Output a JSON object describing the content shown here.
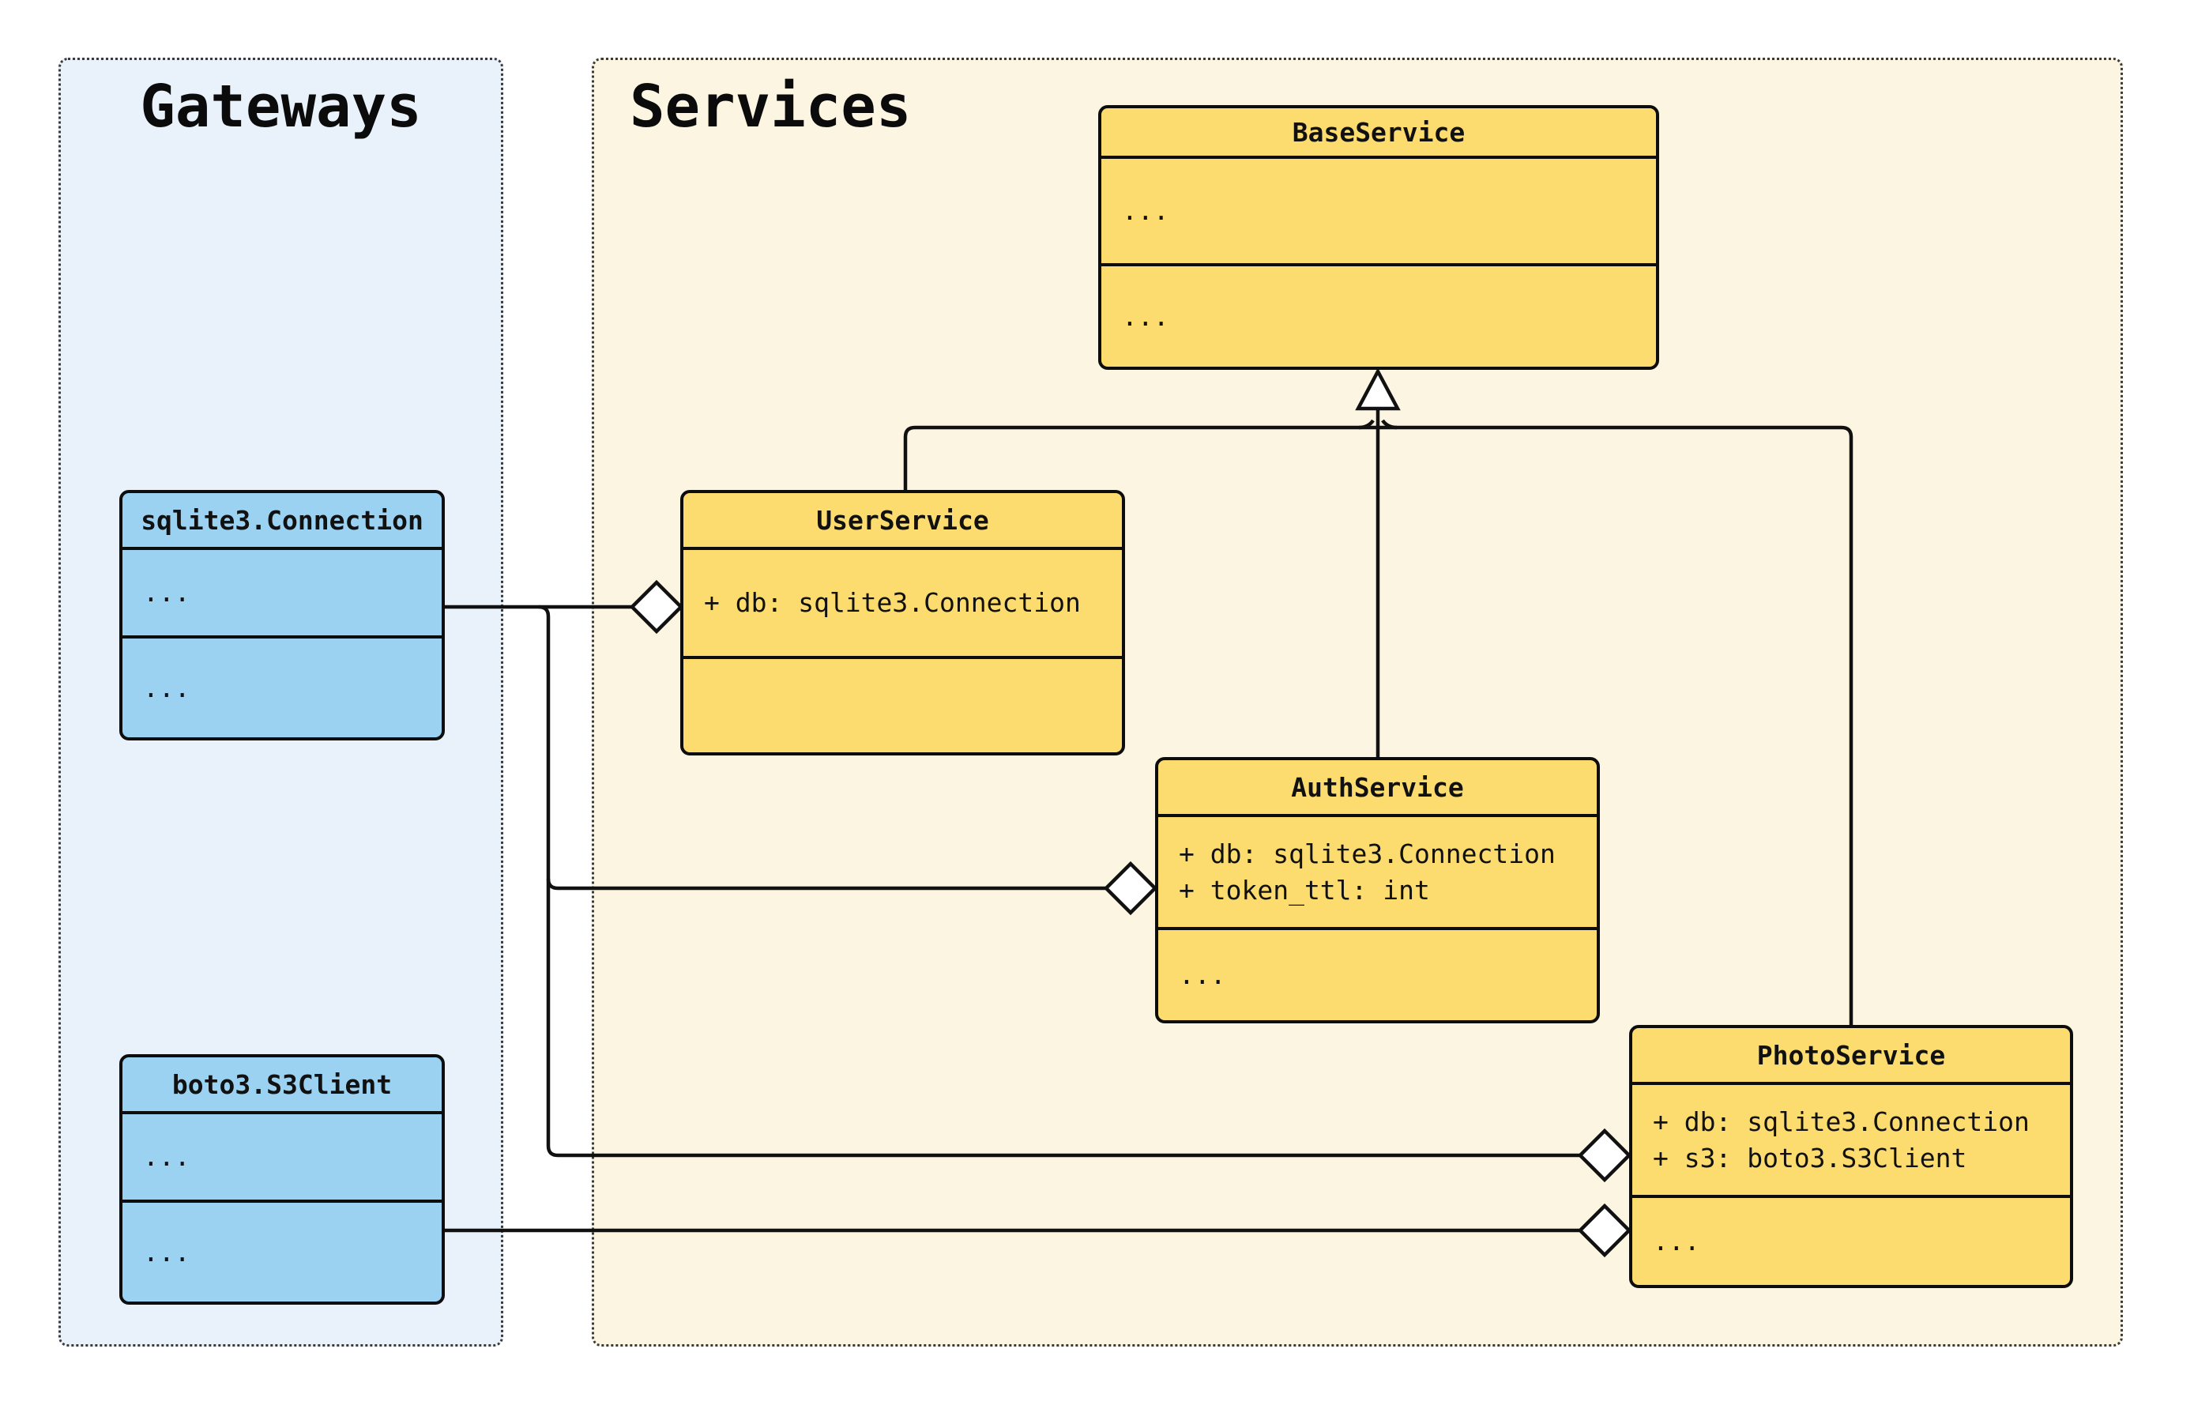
{
  "diagram_type": "uml-class-diagram",
  "panels": {
    "gateways": {
      "title": "Gateways"
    },
    "services": {
      "title": "Services"
    }
  },
  "classes": {
    "sqlite3_connection": {
      "name": "sqlite3.Connection",
      "attrs": [
        "..."
      ],
      "methods": [
        "..."
      ]
    },
    "boto3_s3client": {
      "name": "boto3.S3Client",
      "attrs": [
        "..."
      ],
      "methods": [
        "..."
      ]
    },
    "base_service": {
      "name": "BaseService",
      "attrs": [
        "..."
      ],
      "methods": [
        "..."
      ]
    },
    "user_service": {
      "name": "UserService",
      "attrs": [
        "+ db: sqlite3.Connection"
      ],
      "methods": []
    },
    "auth_service": {
      "name": "AuthService",
      "attrs": [
        "+ db: sqlite3.Connection",
        "+ token_ttl: int"
      ],
      "methods": [
        "..."
      ]
    },
    "photo_service": {
      "name": "PhotoService",
      "attrs": [
        "+ db: sqlite3.Connection",
        "+ s3: boto3.S3Client"
      ],
      "methods": [
        "..."
      ]
    }
  },
  "relationships": [
    {
      "type": "inheritance",
      "from": "UserService",
      "to": "BaseService"
    },
    {
      "type": "inheritance",
      "from": "AuthService",
      "to": "BaseService"
    },
    {
      "type": "inheritance",
      "from": "PhotoService",
      "to": "BaseService"
    },
    {
      "type": "aggregation",
      "owner": "UserService",
      "part": "sqlite3.Connection"
    },
    {
      "type": "aggregation",
      "owner": "AuthService",
      "part": "sqlite3.Connection"
    },
    {
      "type": "aggregation",
      "owner": "PhotoService",
      "part": "sqlite3.Connection"
    },
    {
      "type": "aggregation",
      "owner": "PhotoService",
      "part": "boto3.S3Client"
    }
  ],
  "colors": {
    "service_class_fill": "#FCDC6F",
    "gateway_class_fill": "#9BD2F2",
    "services_panel_bg": "#FCF5E2",
    "gateways_panel_bg": "#E9F1FA",
    "line": "#111111",
    "page_bg": "#ffffff"
  }
}
